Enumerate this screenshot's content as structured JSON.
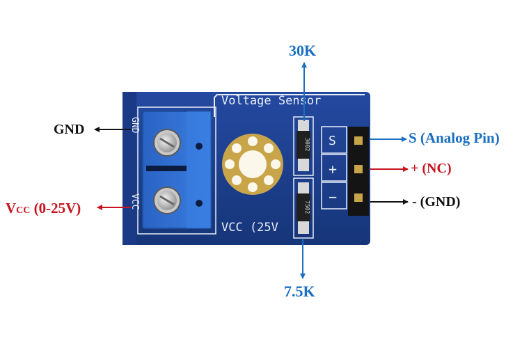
{
  "board": {
    "silkscreen_title": "Voltage Sensor",
    "silkscreen_vcc": "VCC (25V",
    "terminal_gnd": "GND",
    "terminal_vcc": "VCC",
    "resistor_top_code": "3002",
    "resistor_bottom_code": "7502",
    "header_s": "S",
    "header_plus": "+",
    "header_minus": "−"
  },
  "labels": {
    "res_top": "30K",
    "res_bottom": "7.5K",
    "gnd_left": "GND",
    "vcc_main": "V",
    "vcc_sub": "CC",
    "vcc_range": " (0-25V)",
    "pin_s": "S (Analog Pin)",
    "pin_plus": "+ (NC)",
    "pin_minus": "-  (GND)"
  },
  "colors": {
    "pcb": "#1d3f8f",
    "terminal": "#2f6fd1",
    "gold": "#c9a54a",
    "blue_label": "#1a6fc0",
    "red_label": "#c8141e",
    "black_label": "#111111"
  }
}
